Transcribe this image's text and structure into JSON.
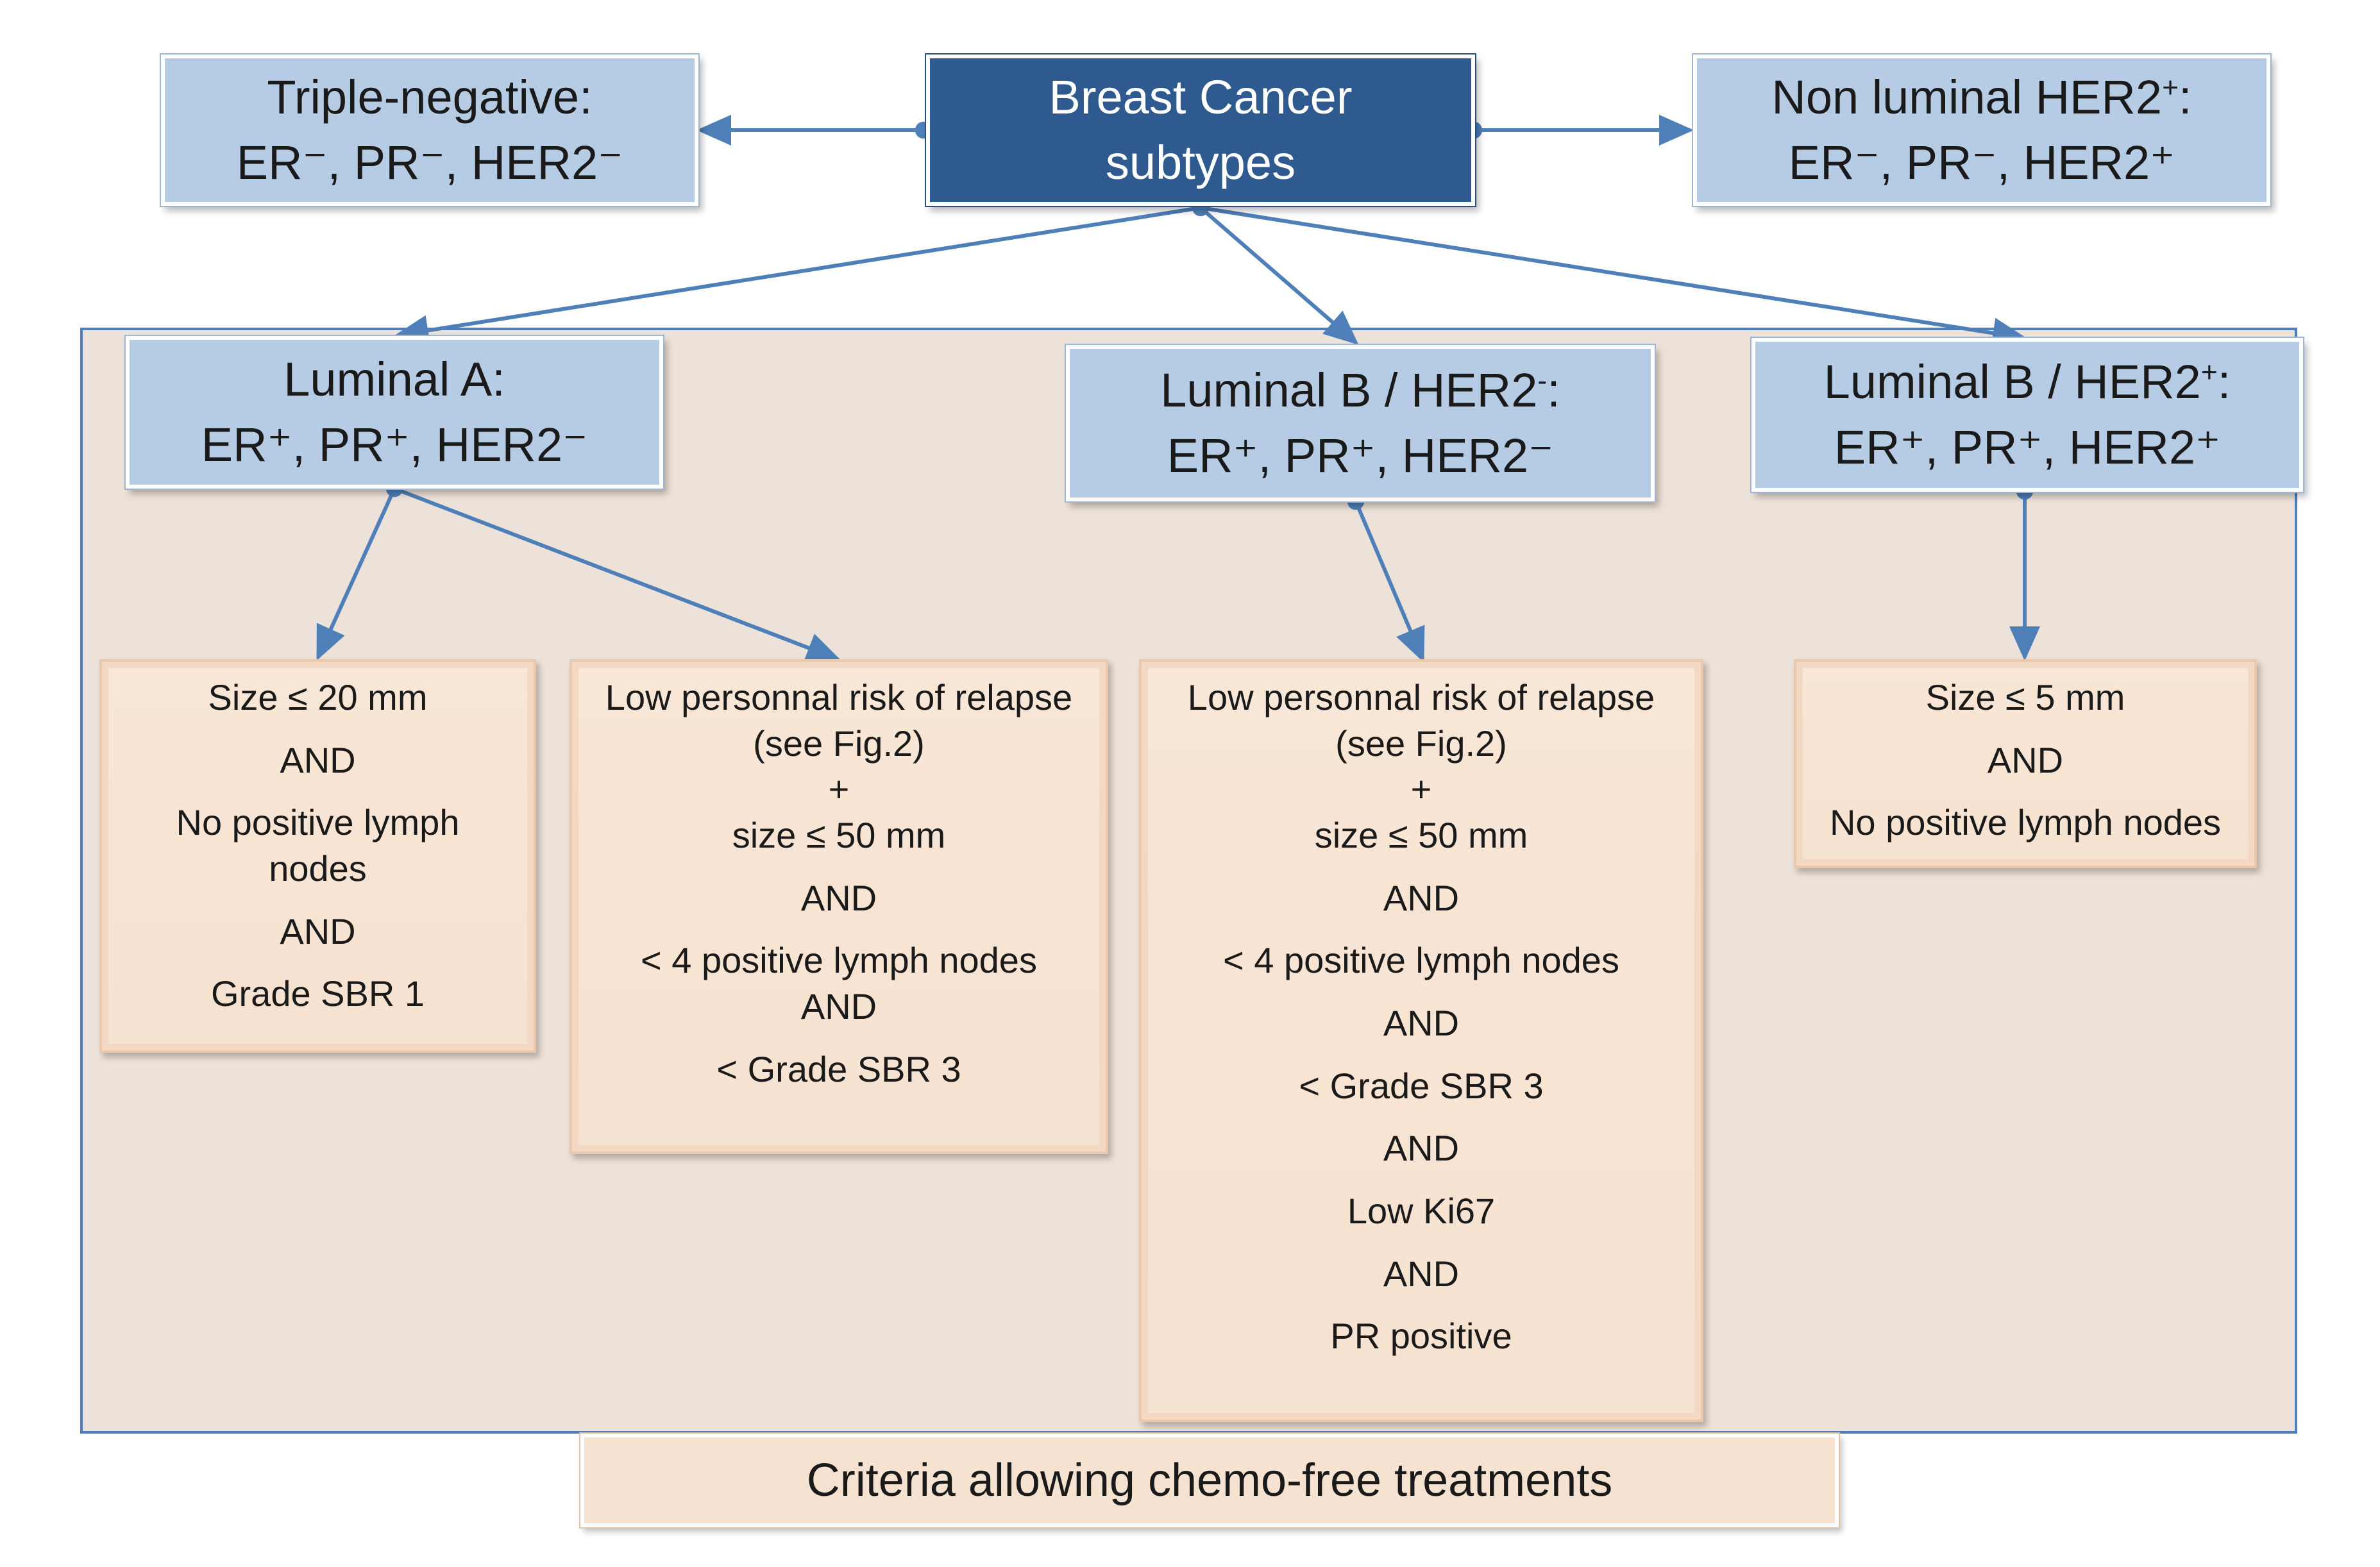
{
  "root": {
    "line1": "Breast Cancer",
    "line2": "subtypes"
  },
  "subtypes": {
    "triple_negative": {
      "name": "Triple-negative:",
      "markers": "ER⁻, PR⁻, HER2⁻"
    },
    "non_luminal_her2": {
      "name_prefix": "Non luminal HER2",
      "name_sup": "+",
      "name_suffix": ":",
      "markers": "ER⁻, PR⁻, HER2⁺"
    },
    "luminal_a": {
      "name": "Luminal A:",
      "markers": "ER⁺, PR⁺, HER2⁻"
    },
    "luminal_b_her2_neg": {
      "name_prefix": "Luminal B / HER2",
      "name_sup": "-",
      "name_suffix": ":",
      "markers": "ER⁺, PR⁺, HER2⁻"
    },
    "luminal_b_her2_pos": {
      "name_prefix": "Luminal B / HER2",
      "name_sup": "+",
      "name_suffix": ":",
      "markers": "ER⁺, PR⁺, HER2⁺"
    }
  },
  "criteria": {
    "luminal_a_size": [
      "Size ≤ 20 mm",
      "AND",
      "No positive lymph",
      "nodes",
      "AND",
      "Grade SBR 1"
    ],
    "luminal_a_risk": [
      "Low personnal risk of relapse",
      "(see Fig.2)",
      "+",
      "size ≤ 50 mm",
      "AND",
      "< 4 positive lymph nodes",
      "AND",
      "< Grade SBR 3"
    ],
    "luminal_b_neg": [
      "Low personnal risk of relapse",
      "(see Fig.2)",
      "+",
      "size ≤ 50 mm",
      "AND",
      "< 4 positive lymph nodes",
      "AND",
      "< Grade SBR 3",
      "AND",
      "Low Ki67",
      "AND",
      "PR positive"
    ],
    "luminal_b_pos": [
      "Size ≤ 5 mm",
      "AND",
      "No positive lymph nodes"
    ]
  },
  "legend": {
    "label": "Criteria allowing chemo-free treatments"
  },
  "colors": {
    "arrow": "#4f7fb8",
    "subtype_box": "#b6cce5",
    "root_box": "#2f5a8f",
    "criteria_box": "#f6e2d0",
    "region": "#ede2d9"
  }
}
